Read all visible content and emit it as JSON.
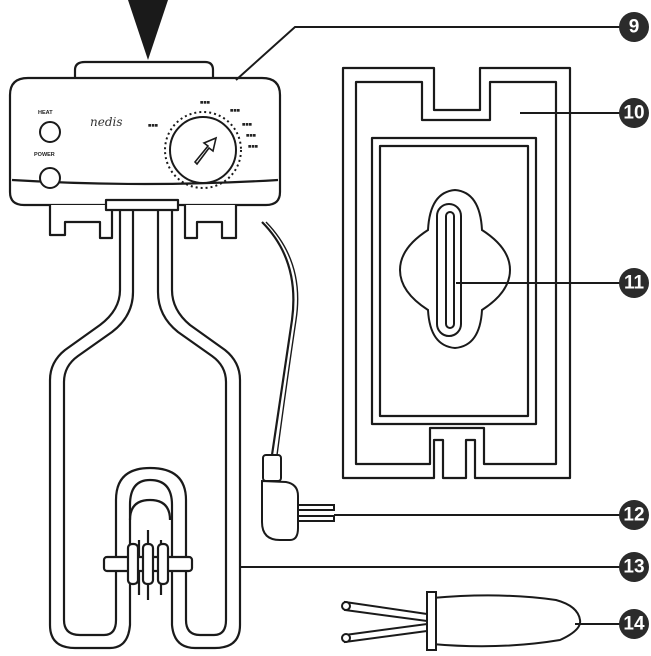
{
  "device": {
    "brand": "nedis",
    "heat_label": "HEAT",
    "power_label": "POWER"
  },
  "callouts": [
    {
      "id": "9",
      "label": "9"
    },
    {
      "id": "10",
      "label": "10"
    },
    {
      "id": "11",
      "label": "11"
    },
    {
      "id": "12",
      "label": "12"
    },
    {
      "id": "13",
      "label": "13"
    },
    {
      "id": "14",
      "label": "14"
    }
  ],
  "colors": {
    "line": "#1a1a1a",
    "callout_fill": "#2b2b2b",
    "background": "#ffffff"
  }
}
